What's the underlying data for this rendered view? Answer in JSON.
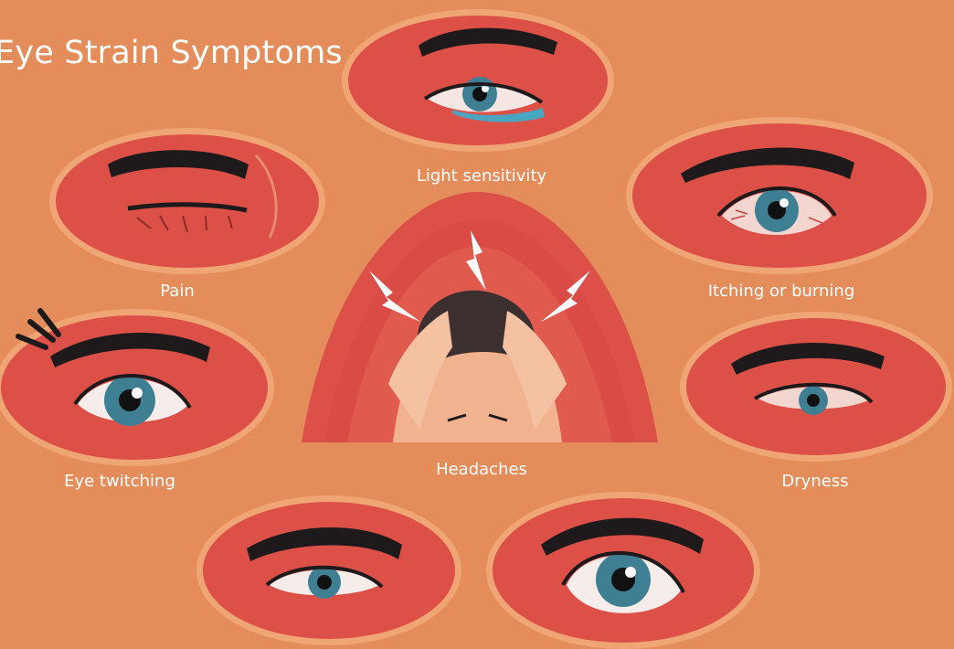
{
  "title": "Eye Strain Symptoms",
  "colors": {
    "background": "#e48d5a",
    "oval_fill": "#dc5048",
    "oval_ring": "#f0a574",
    "brow": "#1e1a1c",
    "iris": "#3f7f94",
    "label_text": "#ffffff"
  },
  "symptoms": [
    {
      "id": "light-sensitivity",
      "label": "Light sensitivity",
      "icon": "teary-eye-icon"
    },
    {
      "id": "pain",
      "label": "Pain",
      "icon": "squinting-eye-icon"
    },
    {
      "id": "itching",
      "label": "Itching or burning",
      "icon": "bloodshot-eye-icon"
    },
    {
      "id": "twitching",
      "label": "Eye twitching",
      "icon": "twitching-eye-icon"
    },
    {
      "id": "headaches",
      "label": "Headaches",
      "icon": "headache-person-icon"
    },
    {
      "id": "dryness",
      "label": "Dryness",
      "icon": "dry-eye-icon"
    },
    {
      "id": "bottom-left",
      "label": "",
      "icon": "tired-eye-icon"
    },
    {
      "id": "bottom-right",
      "label": "",
      "icon": "wide-eye-icon"
    }
  ]
}
